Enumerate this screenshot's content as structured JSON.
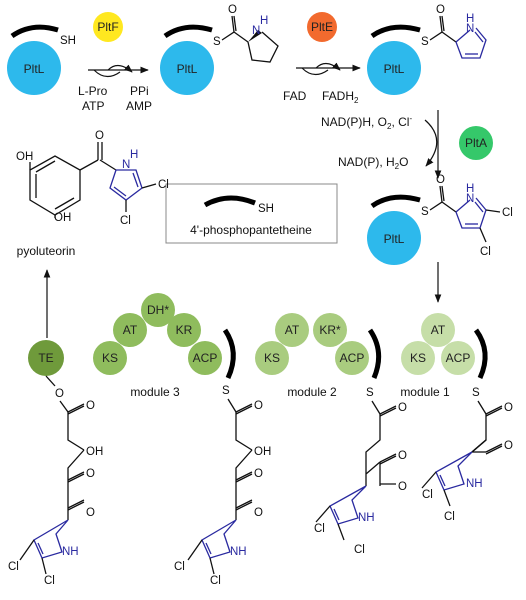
{
  "enzymes": {
    "pltL": "PltL",
    "pltF": "PltF",
    "pltE": "PltE",
    "pltA": "PltA"
  },
  "colors": {
    "pltL": "#2db9ec",
    "pltF": "#ffe820",
    "pltE": "#f26a2e",
    "pltA": "#35c86a",
    "module3": "#8fbc5d",
    "module2": "#a9cc7f",
    "module1": "#c6dea8",
    "te": "#6f9a3b",
    "blue_atoms": "#2a2aa0"
  },
  "reactions": {
    "step1_in": "L-Pro",
    "step1_in2": "ATP",
    "step1_out": "PPi",
    "step1_out2": "AMP",
    "step2_in": "FAD",
    "step2_out": "FADH",
    "step2_out_sub": "2",
    "step3_in": "NAD(P)H, O",
    "step3_in_sub": "2",
    "step3_in_cl": ", Cl",
    "step3_in_sup": "-",
    "step3_out": "NAD(P), H",
    "step3_out_sub": "2",
    "step3_out_tail": "O"
  },
  "legend": {
    "sh": "SH",
    "label": "4'-phosphopantetheine"
  },
  "product": {
    "name": "pyoluteorin"
  },
  "modules": {
    "m1": {
      "label": "module 1",
      "domains": [
        "AT",
        "KS",
        "ACP"
      ]
    },
    "m2": {
      "label": "module 2",
      "domains": [
        "AT",
        "KR*",
        "KS",
        "ACP"
      ]
    },
    "m3": {
      "label": "module 3",
      "domains": [
        "DH*",
        "AT",
        "KR",
        "KS",
        "ACP"
      ]
    },
    "te": "TE"
  },
  "atoms": {
    "sh": "SH",
    "s": "S",
    "o": "O",
    "oh": "OH",
    "cl": "Cl",
    "nh": "NH",
    "h": "H",
    "n": "N"
  }
}
